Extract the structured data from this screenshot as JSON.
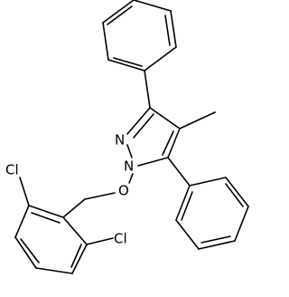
{
  "molecule": {
    "atoms": {
      "nitrogen_ring": "N",
      "nitrogen_substituted": "N",
      "oxygen": "O",
      "chlorine_top": "Cl",
      "chlorine_bottom": "Cl"
    }
  }
}
